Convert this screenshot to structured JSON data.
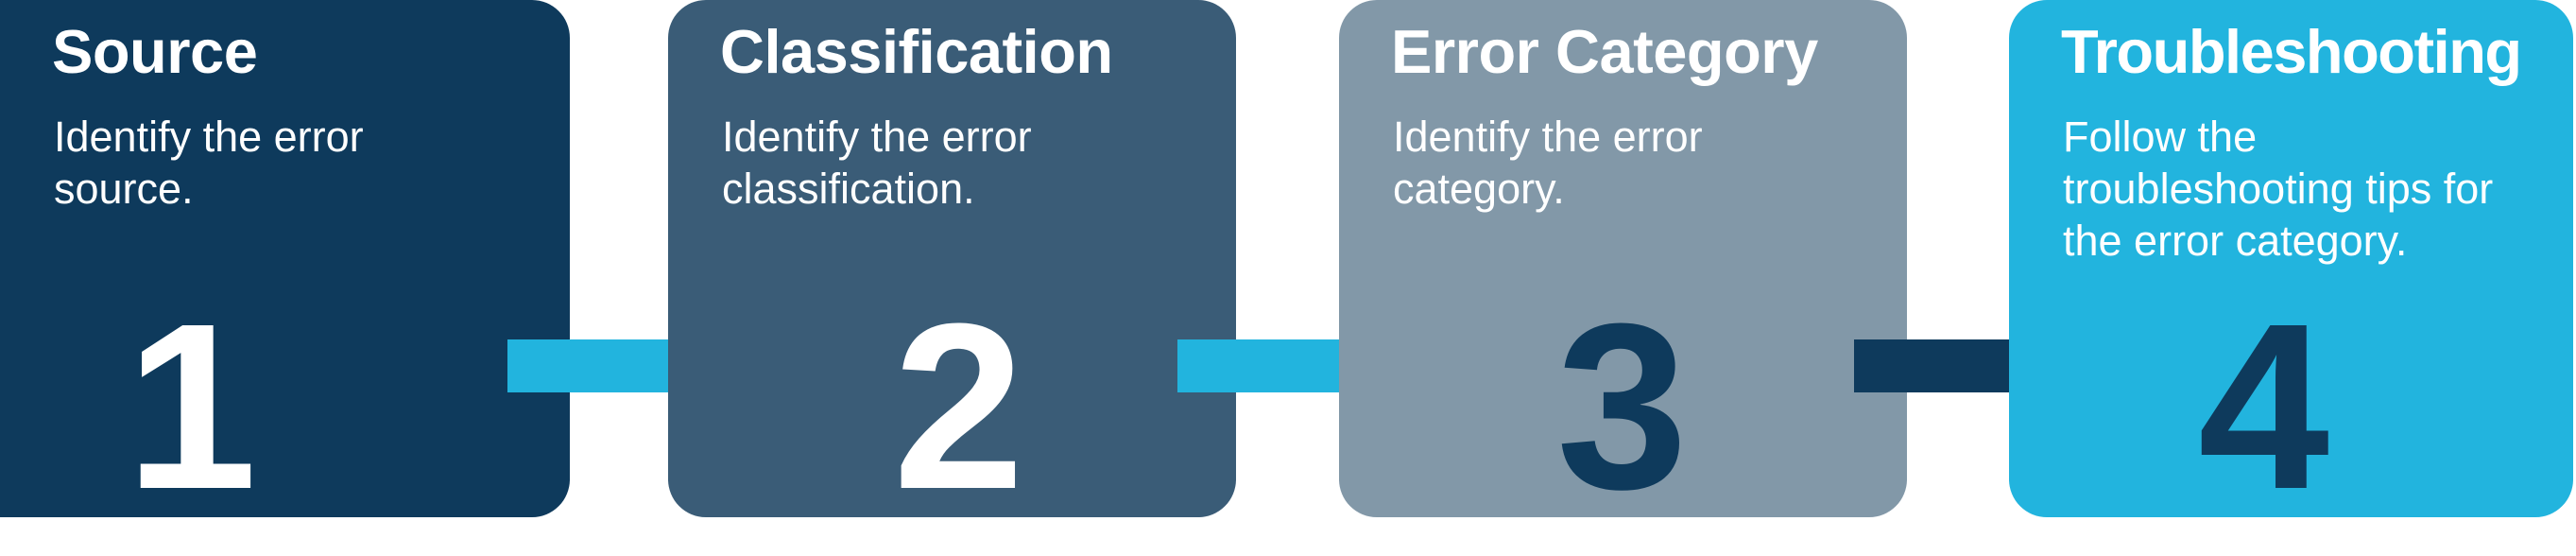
{
  "diagram": {
    "type": "numbered-process-flow",
    "step_count": 4,
    "colors": {
      "step1_bg": "#0E3A5C",
      "step2_bg": "#3A5C77",
      "step3_bg": "#8298A8",
      "step4_bg": "#22B4DE",
      "text_light": "#FFFFFF",
      "text_dark": "#0E3A5C",
      "arrow_cyan": "#22B4DE",
      "arrow_navy": "#0E3A5C",
      "page_bg": "#FFFFFF"
    },
    "steps": [
      {
        "number": "1",
        "title": "Source",
        "description": "Identify the error source.",
        "bg_color": "#0E3A5C",
        "title_color": "#FFFFFF",
        "number_color": "#FFFFFF"
      },
      {
        "number": "2",
        "title": "Classification",
        "description": "Identify the error classification.",
        "bg_color": "#3A5C77",
        "title_color": "#FFFFFF",
        "number_color": "#FFFFFF"
      },
      {
        "number": "3",
        "title": "Error Category",
        "description": "Identify the error category.",
        "bg_color": "#8298A8",
        "title_color": "#FFFFFF",
        "number_color": "#0E3A5C"
      },
      {
        "number": "4",
        "title": "Troubleshooting",
        "description": "Follow the troubleshooting tips for the error category.",
        "bg_color": "#22B4DE",
        "title_color": "#FFFFFF",
        "number_color": "#0E3A5C"
      }
    ],
    "connectors": [
      {
        "from_step": "1",
        "to_step": "2",
        "icon": "right-arrow-icon",
        "color": "#22B4DE"
      },
      {
        "from_step": "2",
        "to_step": "3",
        "icon": "right-arrow-icon",
        "color": "#22B4DE"
      },
      {
        "from_step": "3",
        "to_step": "4",
        "icon": "right-arrow-icon",
        "color": "#0E3A5C"
      }
    ]
  }
}
